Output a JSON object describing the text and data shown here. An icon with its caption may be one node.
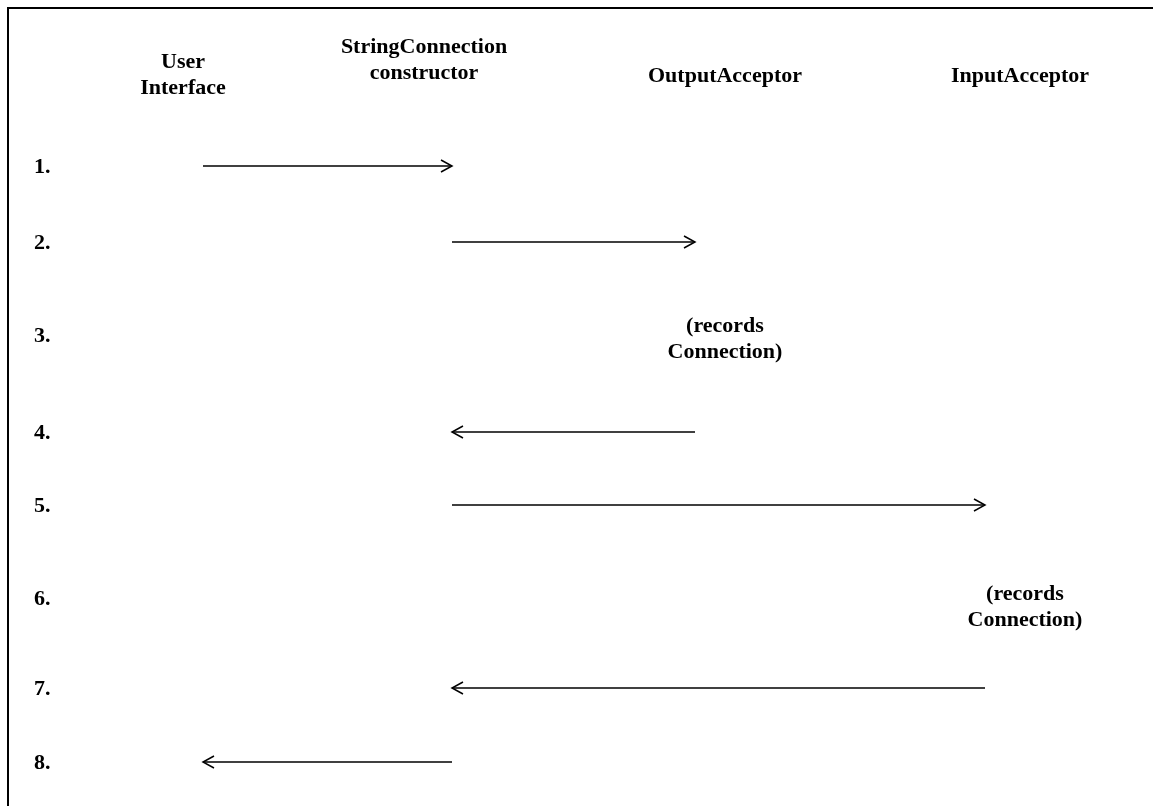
{
  "diagram": {
    "nodes": [
      {
        "text": [
          "User Interface"
        ]
      },
      {
        "text": [
          "StringConnection constructor"
        ]
      },
      {
        "text": [
          "OutputAcceptor"
        ]
      },
      {
        "text": [
          "InputAcceptor"
        ]
      },
      {
        "text": [
          "(records Connection)"
        ]
      },
      {
        "text": [
          "(records Connection)"
        ]
      }
    ],
    "labels": [
      "1.",
      "2.",
      "3.",
      "4.",
      "5.",
      "6.",
      "7.",
      "8."
    ]
  }
}
